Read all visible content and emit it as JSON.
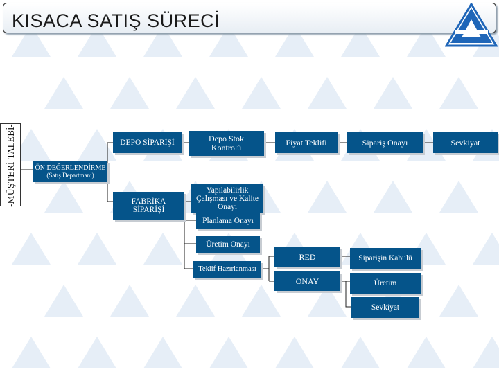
{
  "slide": {
    "title": "KISACA SATIŞ SÜRECİ",
    "side_label": "-MÜŞTERİ TALEBİ-",
    "colors": {
      "box_fill": "#05548a",
      "box_text": "#ffffff",
      "connector": "#222222",
      "logo_blue": "#1f66b8",
      "watermark": "#e6eef7"
    },
    "logo_icon": "triangle-a-logo-icon"
  },
  "boxes": {
    "on_degerlendirme": {
      "line1": "ÖN DEĞERLENDİRME",
      "line2": "(Satış Departmanı)"
    },
    "depo_siparisi": "DEPO SİPARİŞİ",
    "fabrika_siparisi": "FABRİKA SİPARİŞİ",
    "depo_stok_kontrolu": "Depo Stok Kontrolü",
    "fiyat_teklifi": "Fiyat Teklifi",
    "siparis_onayi": "Sipariş Onayı",
    "sevkiyat_top": "Sevkiyat",
    "yapilabilirlik": "Yapılabilirlik Çalışması ve Kalite Onayı",
    "planlama_onayi": "Planlama Onayı",
    "uretim_onayi": "Üretim Onayı",
    "teklif_hazirlanmasi": "Teklif Hazırlanması",
    "red": "RED",
    "onay": "ONAY",
    "siparisin_kabulu": "Siparişin Kabulü",
    "uretim": "Üretim",
    "sevkiyat_bottom": "Sevkiyat"
  }
}
